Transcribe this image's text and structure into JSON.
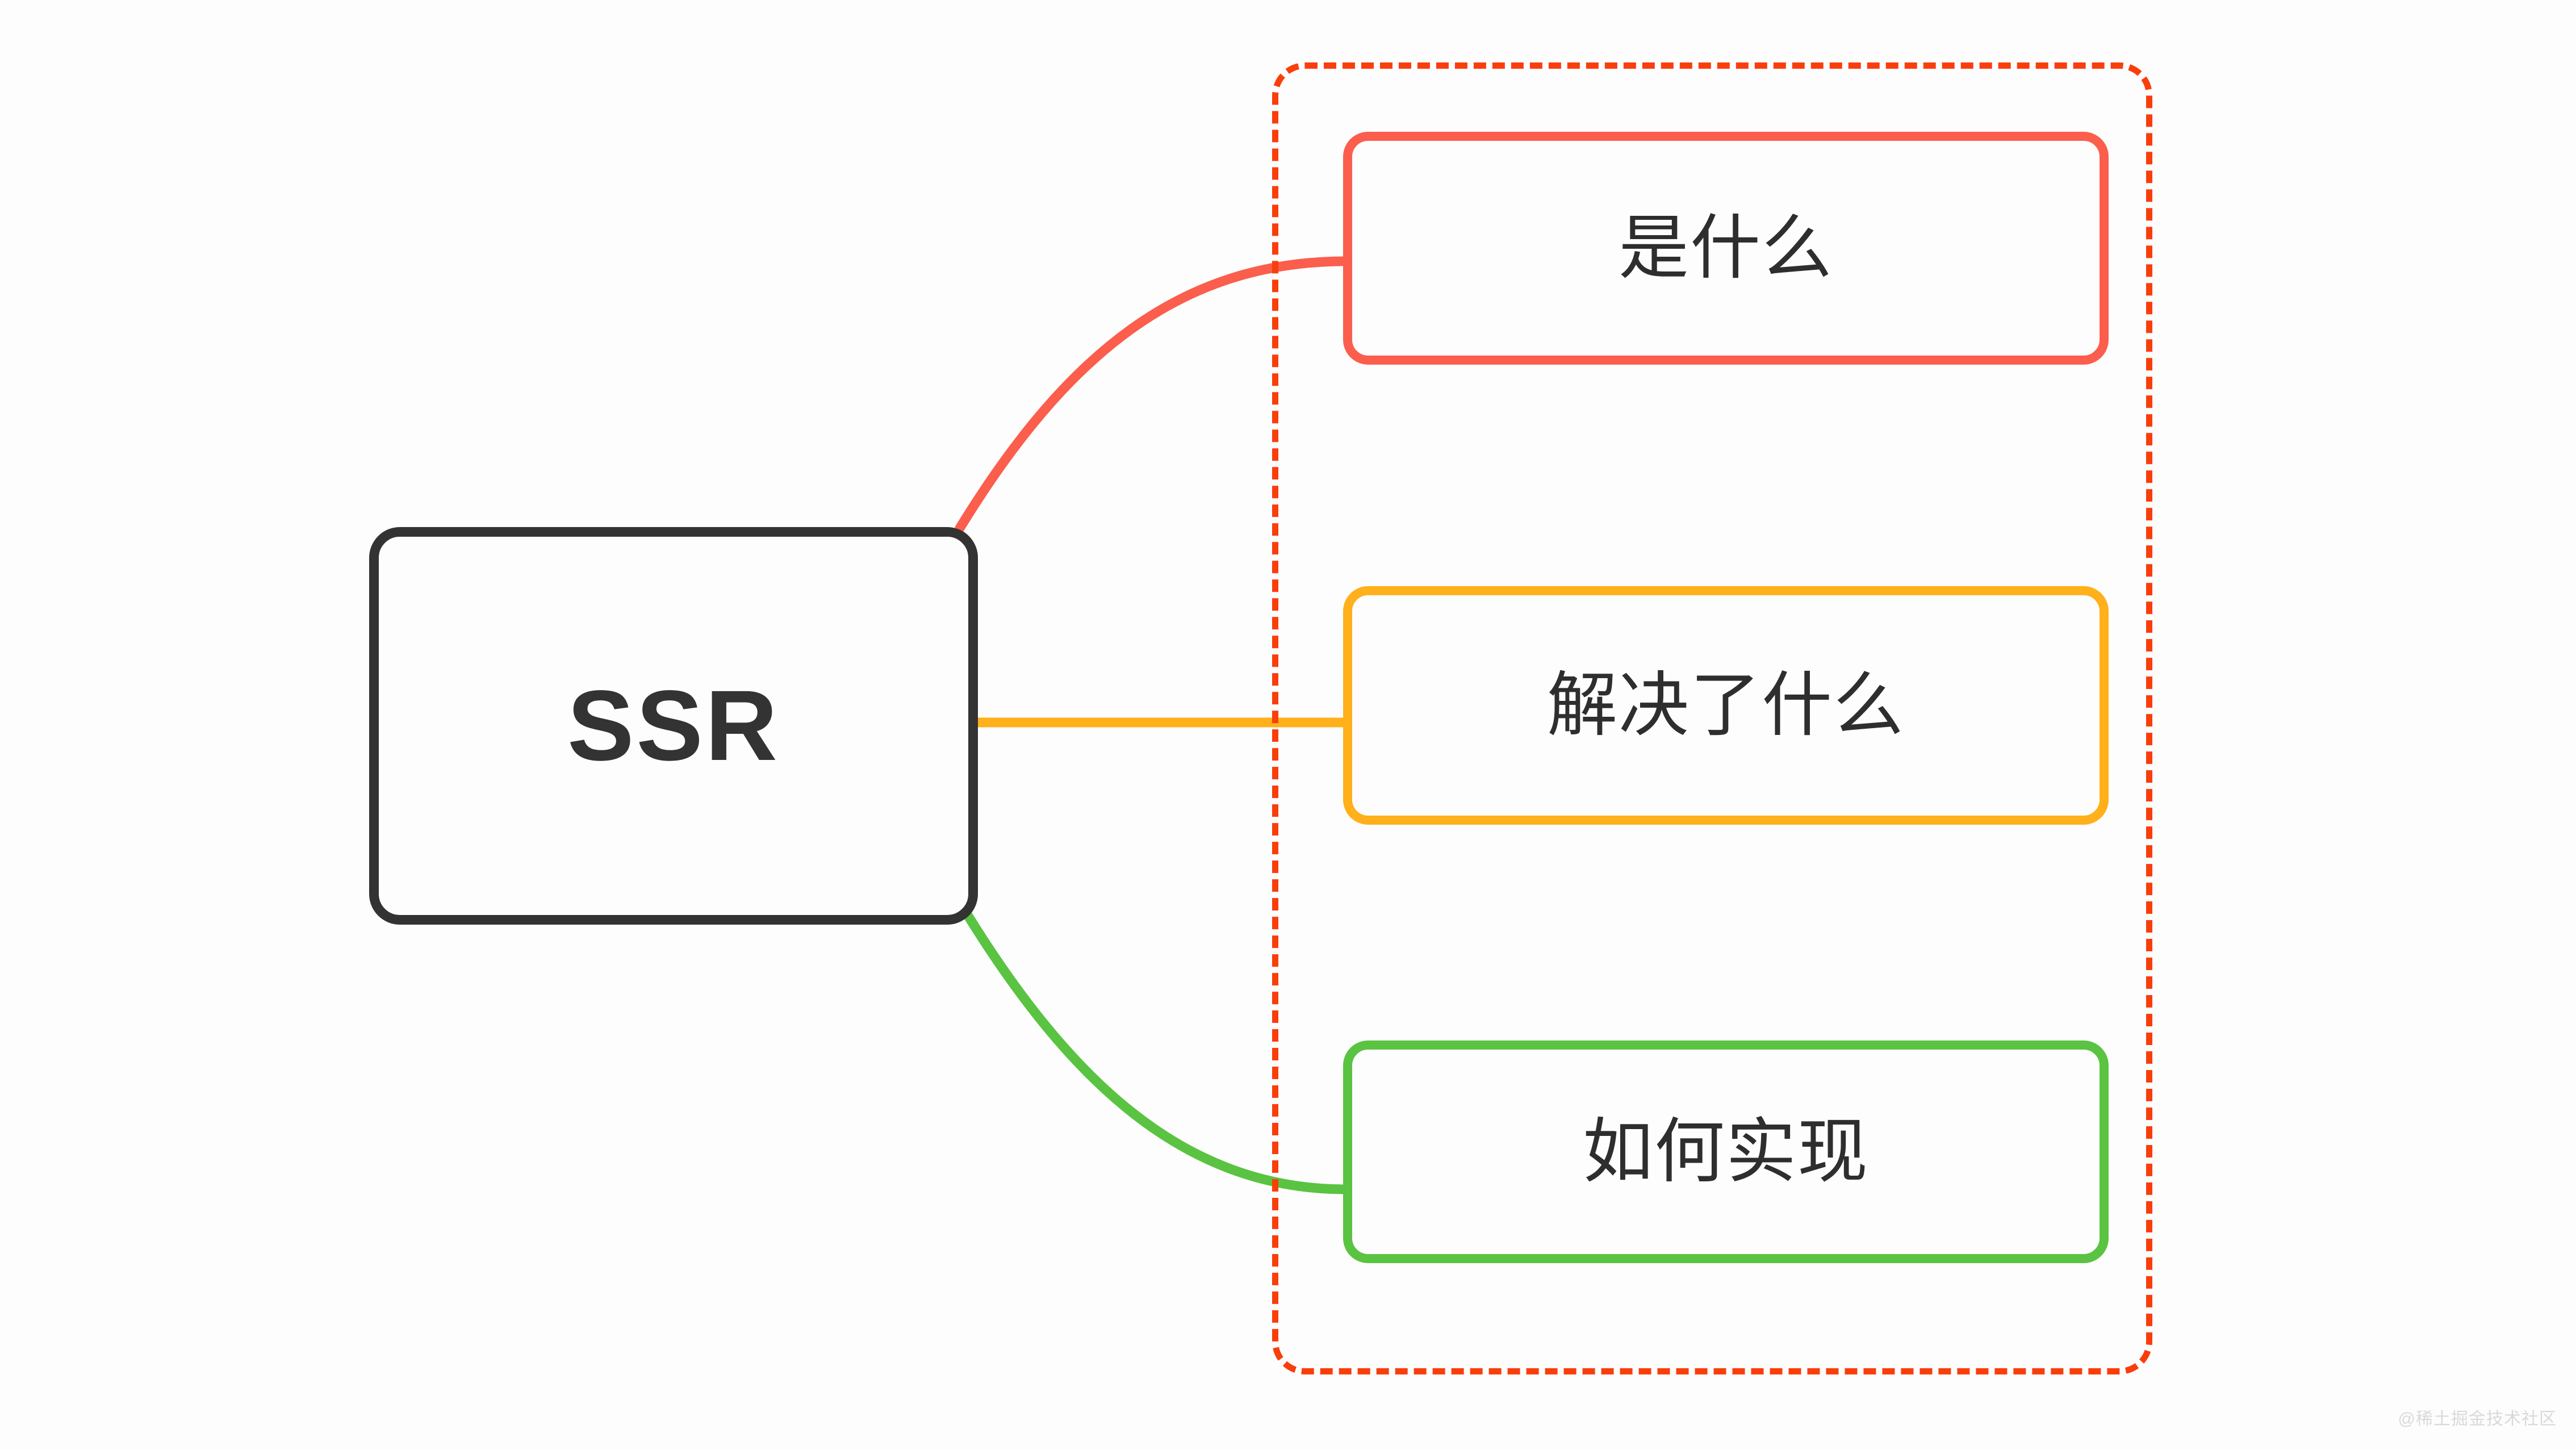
{
  "diagram": {
    "type": "mindmap",
    "root": {
      "label": "SSR",
      "border_color": "#333333",
      "fill_color": "#fdfdfd"
    },
    "branches": [
      {
        "label": "是什么",
        "color": "#fb5e4c",
        "connector": "curve-up",
        "order": 1
      },
      {
        "label": "解决了什么",
        "color": "#ffb01a",
        "connector": "straight",
        "order": 2
      },
      {
        "label": "如何实现",
        "color": "#5ac342",
        "connector": "curve-down",
        "order": 3
      }
    ],
    "highlight": {
      "style": "dashed",
      "color": "#f93e0c",
      "encloses": [
        "是什么",
        "解决了什么",
        "如何实现"
      ]
    }
  },
  "watermark": {
    "text": "@稀土掘金技术社区",
    "color": "#d9d9d9"
  }
}
